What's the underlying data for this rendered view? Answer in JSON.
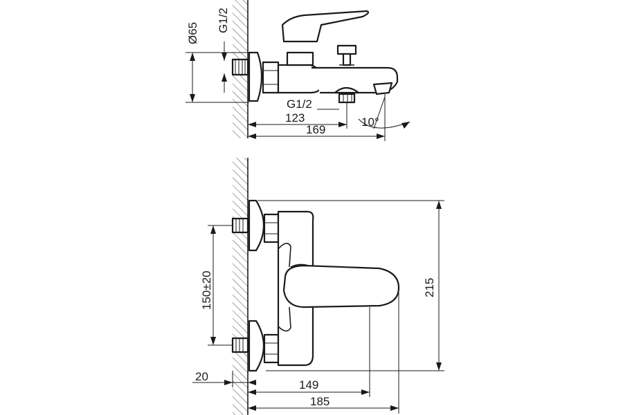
{
  "side_view": {
    "diameter_label": "Ø65",
    "thread_label_top": "G1/2",
    "thread_label_bottom": "G1/2",
    "dim_inner": "123",
    "dim_outer": "169",
    "angle": "10°"
  },
  "front_view": {
    "height": "215",
    "centers": "150±20",
    "wall_offset": "20",
    "dim_inner": "149",
    "dim_outer": "185"
  },
  "colors": {
    "line": "#1a1a1a",
    "background": "#ffffff"
  }
}
